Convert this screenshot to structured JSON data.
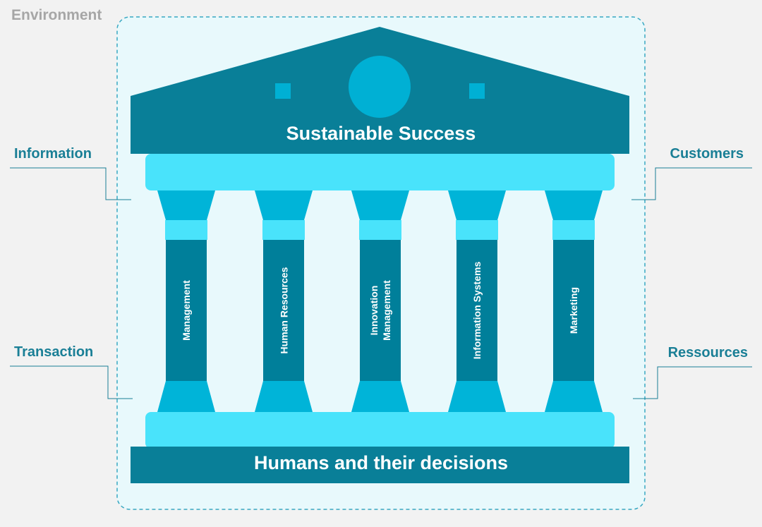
{
  "environment_label": "Environment",
  "roof_title": "Sustainable Success",
  "base_title": "Humans and their decisions",
  "side_labels": {
    "information": "Information",
    "transaction": "Transaction",
    "customers": "Customers",
    "ressources": "Ressources"
  },
  "pillars": [
    {
      "label": "Management"
    },
    {
      "label": "Human Resources"
    },
    {
      "label": "Innovation\nManagement"
    },
    {
      "label": "Information Systems"
    },
    {
      "label": "Marketing"
    }
  ],
  "colors": {
    "background": "#f2f2f2",
    "environment_fill": "#e8f9fc",
    "environment_border": "#38a8c2",
    "roof": "#097f98",
    "roof_circle": "#00b0d4",
    "light_cyan": "#49e3fb",
    "medium_cyan": "#00b4d8",
    "shaft": "#007f9a",
    "label_color": "#1a7f96",
    "environment_text": "#a6a6a6"
  }
}
